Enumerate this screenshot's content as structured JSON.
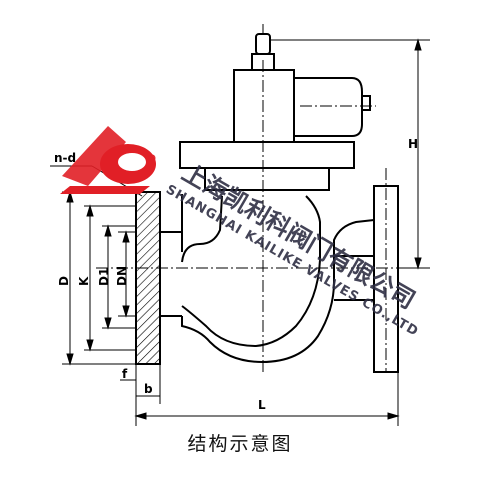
{
  "labels": {
    "H": "H",
    "D": "D",
    "K": "K",
    "D1": "D1",
    "DN": "DN",
    "L": "L",
    "b": "b",
    "f": "f",
    "nd": "n-d"
  },
  "caption": "结构示意图",
  "watermark": {
    "cn": "上海凯利科阀门有限公司",
    "en": "SHANGHAI KAILIKE VALVES CO.,LTD"
  },
  "colors": {
    "line": "#000000",
    "hatch": "#000000",
    "logo_red": "#e11f26",
    "watermark": "#2f2f44"
  }
}
